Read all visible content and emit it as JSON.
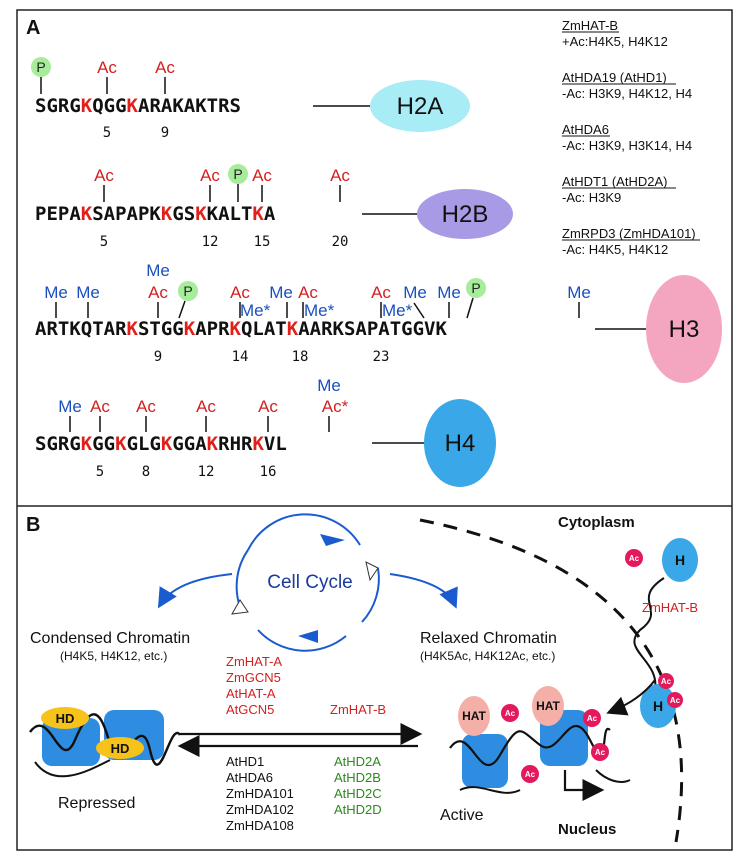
{
  "panel_a": {
    "label": "A",
    "h2a": {
      "pre": "SGRG",
      "k1": "K",
      "mid1": "QGG",
      "k2": "K",
      "post": "ARAKAKTRS",
      "n1": "5",
      "n2": "9",
      "ac": "Ac",
      "p": "P",
      "name": "H2A",
      "color": "#a8ecf6"
    },
    "h2b": {
      "s1": "PEPA",
      "k1": "K",
      "s2": "SAPAPK",
      "k2": "K",
      "s3": "GS",
      "k3": "K",
      "s4": "KALT",
      "k4": "K",
      "s5": "A",
      "n1": "5",
      "n2": "12",
      "n3": "15",
      "n4": "20",
      "ac": "Ac",
      "p": "P",
      "name": "H2B",
      "color": "#a99ae6"
    },
    "h3": {
      "s1": "ARTKQTAR",
      "k1": "K",
      "s2": "STGG",
      "k2": "K",
      "s3": "APR",
      "k3": "K",
      "s4": "QLAT",
      "k4": "K",
      "s5": "AARKSAPATGGVK",
      "n1": "9",
      "n2": "14",
      "n3": "18",
      "n4": "23",
      "me": "Me",
      "ac": "Ac",
      "p": "P",
      "mestar": "Me*",
      "name": "H3",
      "color": "#f4a5bf"
    },
    "h4": {
      "s1": "SGRG",
      "k1": "K",
      "s2": "GG",
      "k2": "K",
      "s3": "GLG",
      "k3": "K",
      "s4": "GGA",
      "k4": "K",
      "s5": "RHR",
      "k5": "K",
      "s6": "VL",
      "n1": "5",
      "n2": "8",
      "n3": "12",
      "n4": "16",
      "me": "Me",
      "ac": "Ac",
      "acstar": "Ac*",
      "name": "H4",
      "color": "#3aa8e8"
    },
    "enzymes": [
      {
        "name": "ZmHAT-B",
        "activity": "+Ac:H4K5, H4K12"
      },
      {
        "name": "AtHDA19 (AtHD1)",
        "activity": "-Ac: H3K9, H4K12, H4"
      },
      {
        "name": "AtHDA6",
        "activity": "-Ac: H3K9, H3K14, H4"
      },
      {
        "name": "AtHDT1 (AtHD2A)",
        "activity": "-Ac: H3K9"
      },
      {
        "name": "ZmRPD3 (ZmHDA101)",
        "activity": "-Ac: H4K5, H4K12"
      }
    ]
  },
  "panel_b": {
    "label": "B",
    "cell_cycle": "Cell Cycle",
    "condensed": {
      "title": "Condensed Chromatin",
      "marks": "(H4K5, H4K12, etc.)"
    },
    "relaxed": {
      "title": "Relaxed Chromatin",
      "marks": "(H4K5Ac, H4K12Ac, etc.)"
    },
    "hats_nuclear": [
      "ZmHAT-A",
      "ZmGCN5",
      "AtHAT-A",
      "AtGCN5"
    ],
    "hat_b": "ZmHAT-B",
    "hdacs_rpd3": [
      "AtHD1",
      "AtHDA6",
      "ZmHDA101",
      "ZmHDA102",
      "ZmHDA108"
    ],
    "hdacs_hd2": [
      "AtHD2A",
      "AtHD2B",
      "AtHD2C",
      "AtHD2D"
    ],
    "repressed": "Repressed",
    "active": "Active",
    "cytoplasm": "Cytoplasm",
    "nucleus": "Nucleus",
    "hd": "HD",
    "hat": "HAT",
    "ac": "Ac",
    "h": "H",
    "cyto_enzyme": "ZmHAT-B"
  }
}
